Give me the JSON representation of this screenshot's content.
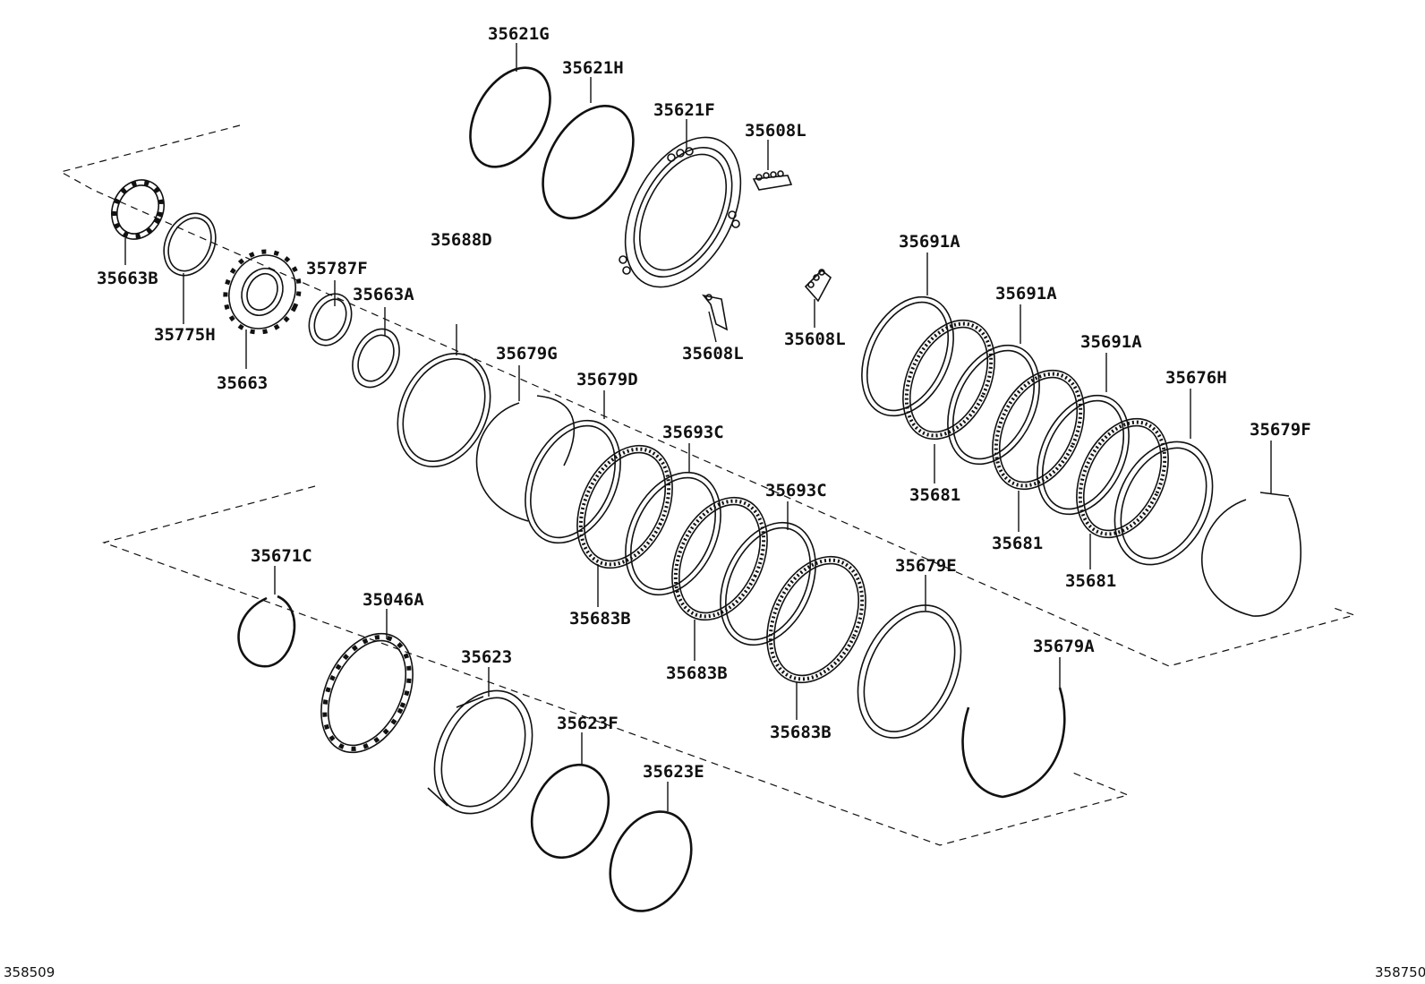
{
  "parts": {
    "p1": "35621G",
    "p2": "35621H",
    "p3": "35621F",
    "p4": "35608L",
    "p5": "35663B",
    "p6": "35775H",
    "p7": "35663",
    "p8": "35787F",
    "p9": "35663A",
    "p10": "35608L",
    "p11": "35608L",
    "p12": "35688D",
    "p13": "35679G",
    "p14": "35679D",
    "p15": "35693C",
    "p16": "35693C",
    "p17": "35683B",
    "p18": "35683B",
    "p19": "35683B",
    "p20": "35691A",
    "p21": "35691A",
    "p22": "35691A",
    "p23": "35676H",
    "p24": "35679F",
    "p25": "35681",
    "p26": "35681",
    "p27": "35681",
    "p28": "35679E",
    "p29": "35679A",
    "p30": "35671C",
    "p31": "35046A",
    "p32": "35623",
    "p33": "35623F",
    "p34": "35623E"
  },
  "codes": {
    "left": "358509",
    "right": "358750"
  }
}
